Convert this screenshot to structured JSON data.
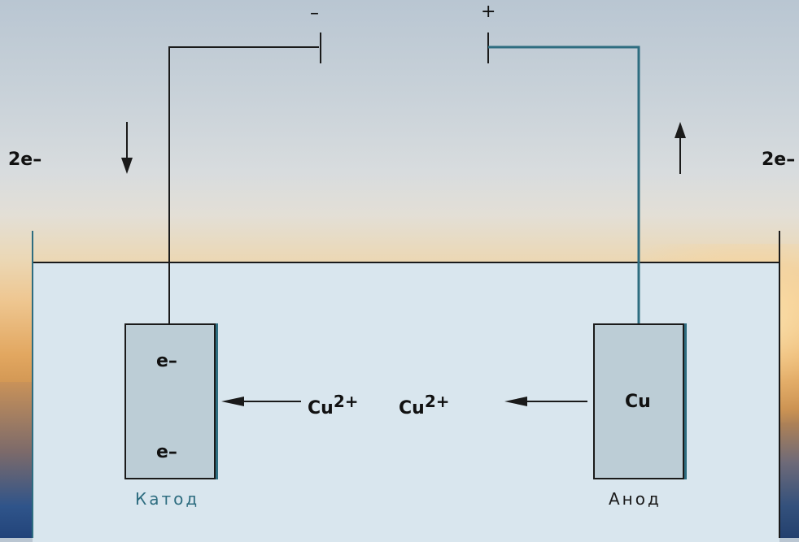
{
  "battery": {
    "negative_sign": "–",
    "positive_sign": "+"
  },
  "electron_flow": {
    "left_label": "2e–",
    "right_label": "2e–"
  },
  "cathode": {
    "name": "Катод",
    "charges": [
      "e–",
      "e–"
    ]
  },
  "anode": {
    "name": "Анод",
    "metal": "Cu"
  },
  "ions": [
    {
      "label": "Cu",
      "charge": "2+"
    },
    {
      "label": "Cu",
      "charge": "2+"
    }
  ],
  "colors": {
    "wire": "#1a1a1a",
    "anode_wire": "#2e6d80",
    "electrolyte": "#d9e6ee",
    "electrode_fill": "#bccdd6",
    "label_accent": "#2e6d80"
  }
}
